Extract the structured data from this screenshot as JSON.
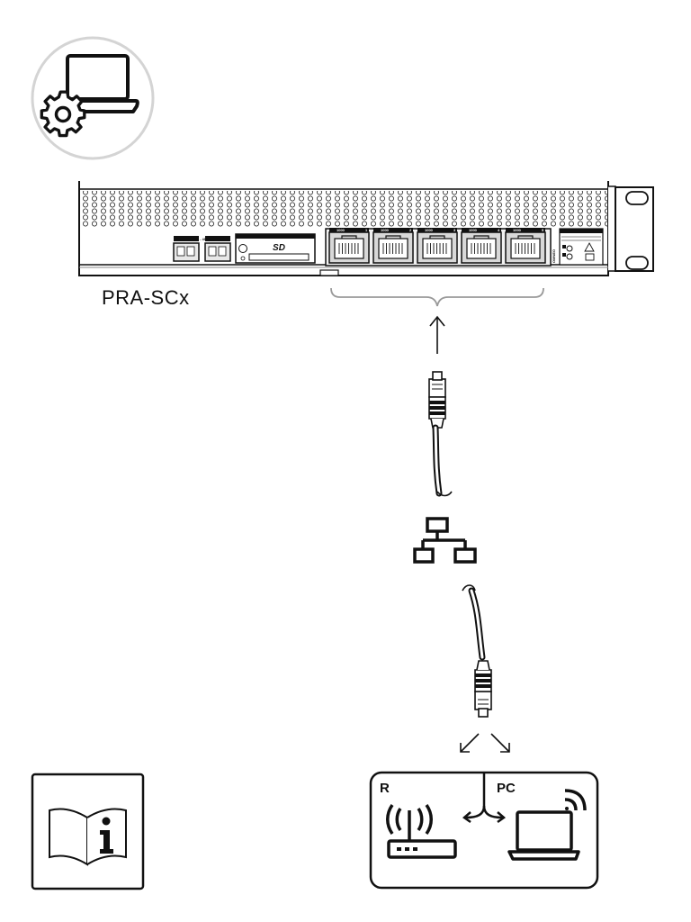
{
  "device": {
    "model_label": "PRA-SCx",
    "power_label": "24 - 48V",
    "sd_label": "SD",
    "ports": [
      {
        "tag": "1000",
        "num": "1"
      },
      {
        "tag": "1000",
        "num": "2"
      },
      {
        "tag": "1000",
        "num": "3"
      },
      {
        "tag": "1000",
        "num": "4"
      },
      {
        "tag": "1000",
        "num": "5"
      }
    ],
    "side_label": "OMNEO"
  },
  "targets": {
    "router_label": "R",
    "pc_label": "PC"
  },
  "icons": {
    "config": "laptop-gear-icon",
    "switch": "network-switch-icon",
    "manual": "manual-info-icon",
    "router": "wifi-router-icon",
    "laptop": "wireless-laptop-icon"
  }
}
